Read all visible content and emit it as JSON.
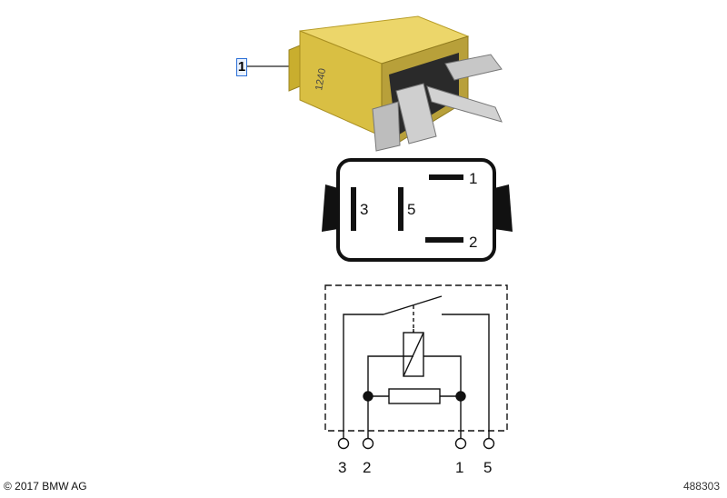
{
  "callout": {
    "number": "1"
  },
  "part": {
    "marking": "1240",
    "body_color": "#e2c94a"
  },
  "pinout": {
    "pins": [
      "1",
      "3",
      "5",
      "2"
    ]
  },
  "schematic": {
    "terminals": [
      "3",
      "2",
      "1",
      "5"
    ]
  },
  "footer": {
    "copyright": "© 2017 BMW AG",
    "image_id": "488303"
  }
}
